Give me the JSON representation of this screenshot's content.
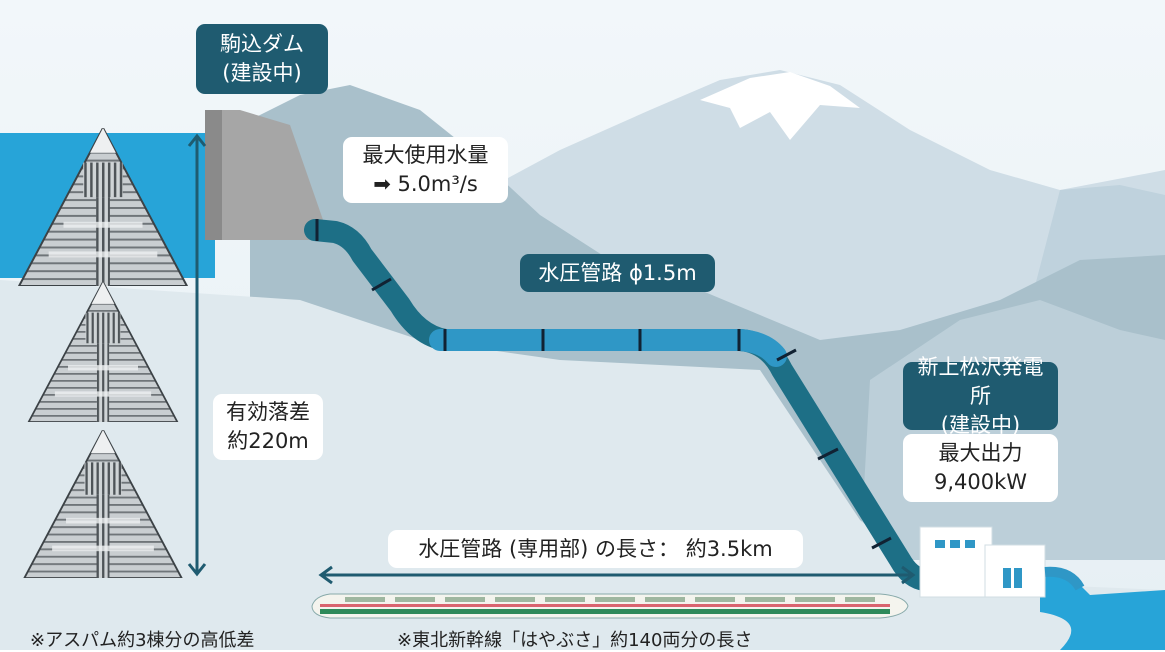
{
  "dam": {
    "name": "駒込ダム",
    "status": "(建設中)"
  },
  "flow": {
    "title": "最大使用水量",
    "value": "5.0m³/s"
  },
  "penstock": {
    "label": "水圧管路 ϕ1.5m"
  },
  "head": {
    "line1": "有効落差",
    "line2": "約220m"
  },
  "plant": {
    "name": "新上松沢発電所",
    "status": "(建設中)"
  },
  "output": {
    "title": "最大出力",
    "value": "9,400kW"
  },
  "length": {
    "label": "水圧管路 (専用部) の長さ： 約3.5km"
  },
  "notes": {
    "height": "※アスパム約3棟分の高低差",
    "train": "※東北新幹線「はやぶさ」約140両分の長さ"
  },
  "colors": {
    "water": "#27a4d8",
    "pipe_dark": "#1d6f86",
    "pipe_light": "#2f97c6",
    "label_bg": "#1f5b70",
    "sky": "#e4eef3"
  },
  "icons": {
    "building": "aspam-tower-icon",
    "train": "shinkansen-train-icon",
    "arrow": "right-arrow-icon"
  }
}
